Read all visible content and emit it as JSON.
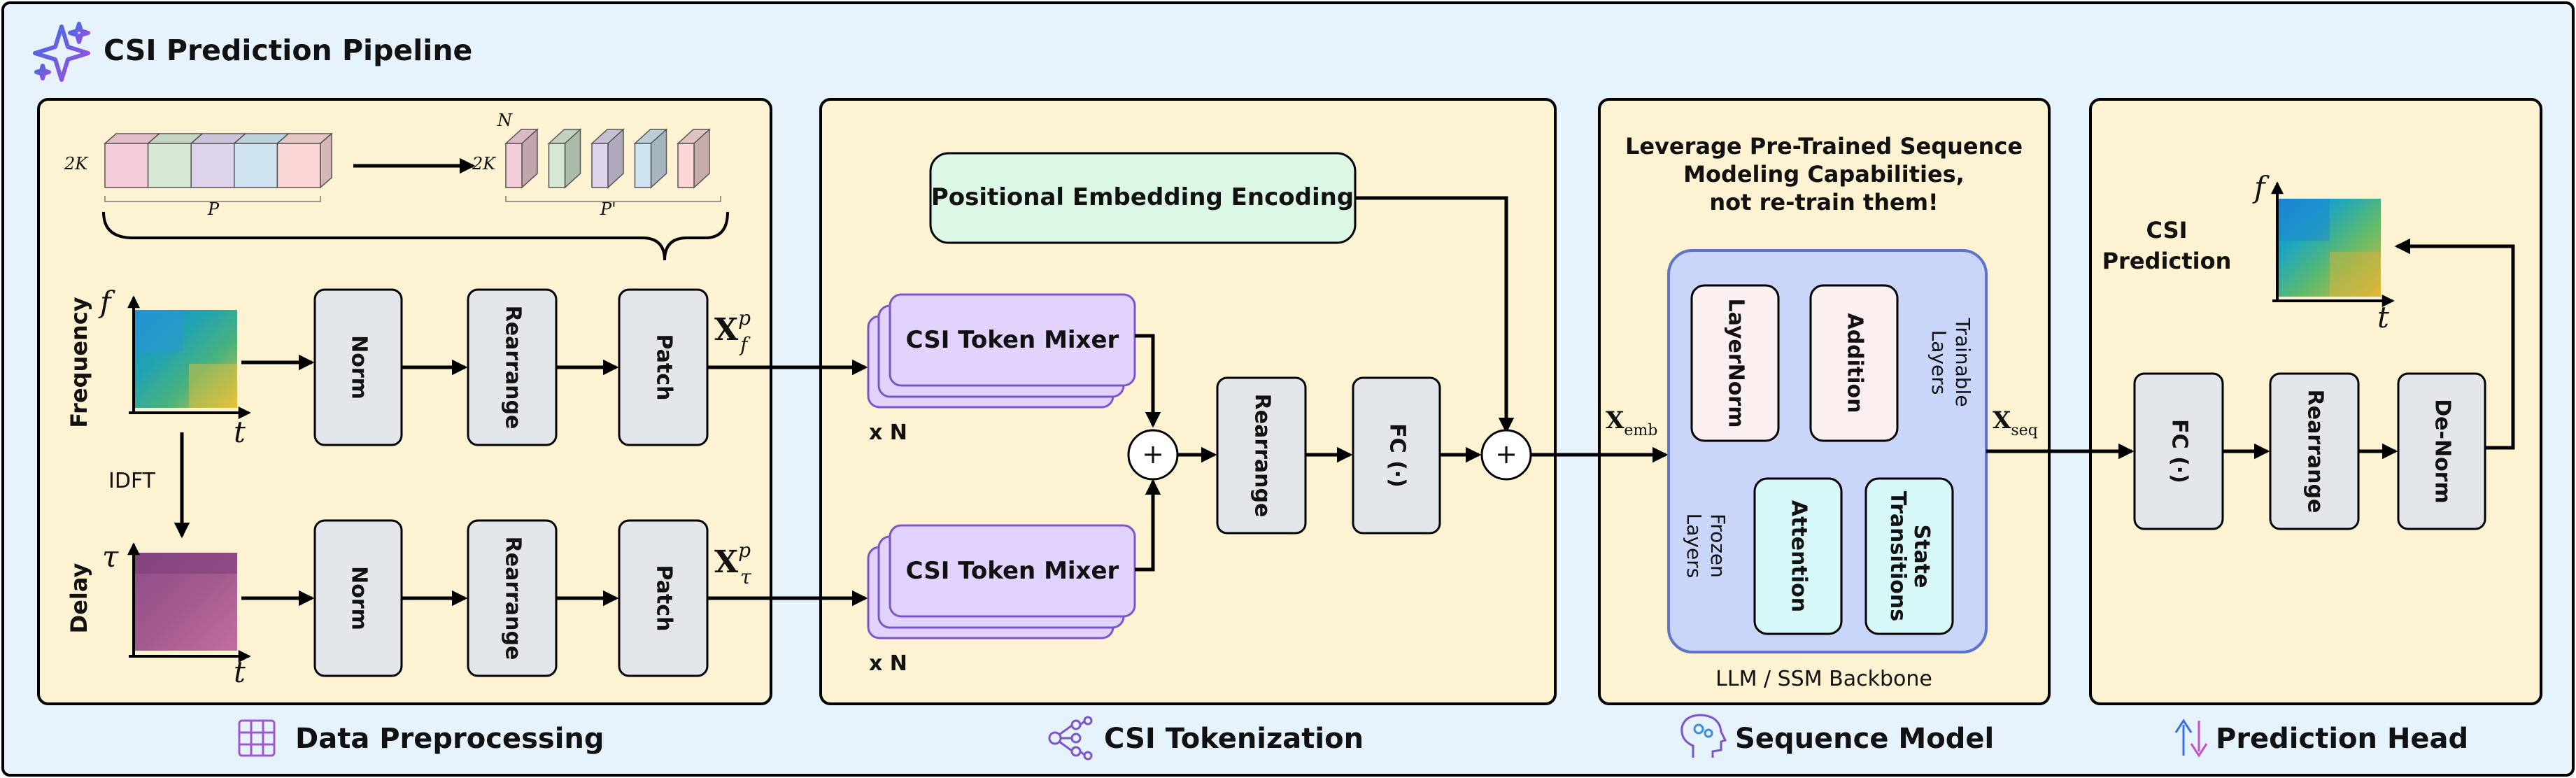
{
  "title": "CSI Prediction Pipeline",
  "colors": {
    "frame_bg": "#e6f2fc",
    "panel_bg": "#fdf3d3",
    "block_gray": "#e3e7ec",
    "mixer_purple": "#e2d3fc",
    "mixer_border": "#7b55c9",
    "pos_green": "#dcf7e6",
    "backbone_blue": "#c9d6fa",
    "backbone_border": "#5d72c9",
    "trainable_pink": "#fceff0",
    "frozen_cyan": "#d8f7f8",
    "cube_colors": [
      "#f3cdd8",
      "#d6e8d3",
      "#ddd4ec",
      "#cfe4f0",
      "#fad6d6"
    ]
  },
  "preprocessing": {
    "section_label": "Data Preprocessing",
    "icon": "grid-icon",
    "tensor": {
      "dim_height": "2K",
      "dim_width": "P"
    },
    "patches": {
      "dim_height": "2K",
      "dim_width": "P'",
      "dim_depth": "N"
    },
    "frequency": {
      "row_label": "Frequency",
      "y_axis": "f",
      "x_axis": "t",
      "output": "X",
      "output_sup": "p",
      "output_sub": "f"
    },
    "delay": {
      "row_label": "Delay",
      "y_axis": "τ",
      "x_axis": "t",
      "output": "X",
      "output_sup": "p",
      "output_sub": "τ"
    },
    "idft_label": "IDFT",
    "blocks": {
      "norm": "Norm",
      "rearrange": "Rearrange",
      "patch": "Patch"
    }
  },
  "tokenization": {
    "section_label": "CSI Tokenization",
    "icon": "tree-icon",
    "positional": "Positional Embedding Encoding",
    "mixer": "CSI Token Mixer",
    "repeat": "x N",
    "rearrange": "Rearrange",
    "fc": "FC (·)",
    "plus": "+"
  },
  "sequence": {
    "section_label": "Sequence Model",
    "icon": "brain-head-icon",
    "headline": [
      "Leverage Pre-Trained Sequence",
      "Modeling Capabilities,",
      "not re-train them!"
    ],
    "backbone": "LLM / SSM Backbone",
    "trainable_label": [
      "Trainable",
      "Layers"
    ],
    "frozen_label": [
      "Frozen",
      "Layers"
    ],
    "layernorm": "LayerNorm",
    "addition": "Addition",
    "attention": "Attention",
    "state_transitions": [
      "State",
      "Transitions"
    ],
    "input_label": "X",
    "input_sub": "emb",
    "output_label": "X",
    "output_sub": "seq"
  },
  "prediction": {
    "section_label": "Prediction Head",
    "icon": "up-down-arrows-icon",
    "fc": "FC (·)",
    "rearrange": "Rearrange",
    "denorm": "De-Norm",
    "output_label": [
      "CSI",
      "Prediction"
    ],
    "y_axis": "f",
    "x_axis": "t"
  }
}
